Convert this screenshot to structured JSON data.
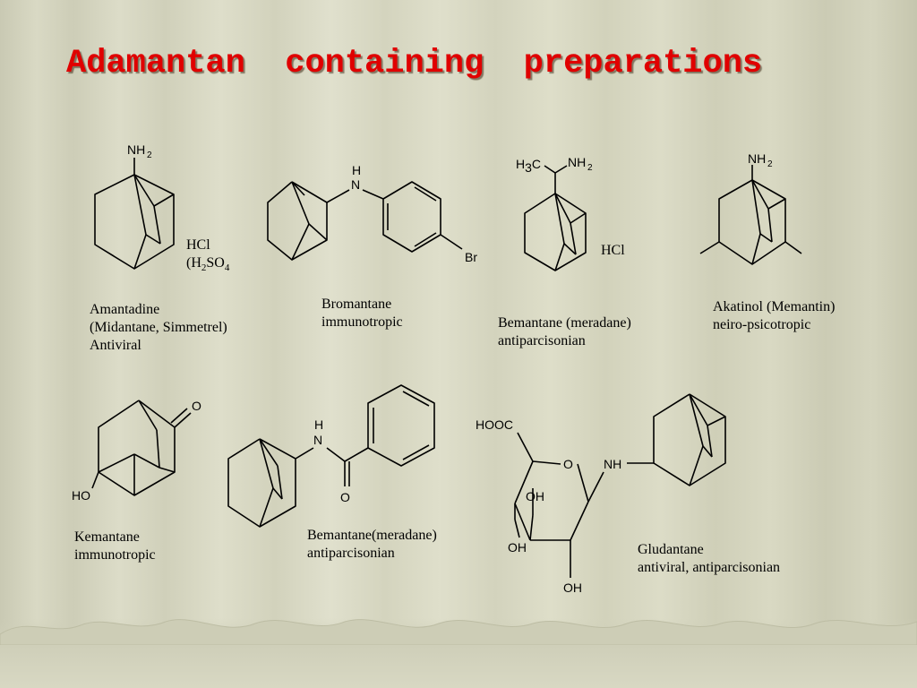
{
  "slide": {
    "title": "Adamantan  containing  preparations"
  },
  "compounds": [
    {
      "id": "amantadine",
      "structure_labels": {
        "amine": "NH",
        "amine_sub": "2"
      },
      "salt_lines": [
        "HCl",
        "(H",
        "2",
        "SO",
        "4"
      ],
      "caption": [
        "Amantadine",
        "(Midantane, Simmetrel)",
        "Antiviral"
      ]
    },
    {
      "id": "bromantane",
      "structure_labels": {
        "h": "H",
        "n": "N",
        "br": "Br"
      },
      "caption": [
        "Bromantane",
        "immunotropic"
      ]
    },
    {
      "id": "bemantane-1",
      "structure_labels": {
        "methyl": "H",
        "methyl_sub": "3",
        "methyl_c": "C",
        "amine": "NH",
        "amine_sub": "2"
      },
      "salt": "HCl",
      "caption": [
        "Bemantane (meradane)",
        "antiparcisonian"
      ]
    },
    {
      "id": "akatinol",
      "structure_labels": {
        "amine": "NH",
        "amine_sub": "2"
      },
      "caption": [
        "Akatinol (Memantin)",
        "neiro-psicotropic"
      ]
    },
    {
      "id": "kemantane",
      "structure_labels": {
        "oxo": "O",
        "hydroxy": "HO"
      },
      "caption": [
        "Kemantane",
        "immunotropic"
      ]
    },
    {
      "id": "bemantane-2",
      "structure_labels": {
        "h": "H",
        "n": "N",
        "o": "O"
      },
      "caption": [
        "Bemantane(meradane)",
        "antiparcisonian"
      ]
    },
    {
      "id": "gludantane",
      "structure_labels": {
        "cooh": "HOOC",
        "ring_o": "O",
        "nh": "NH",
        "oh1": "OH",
        "oh2": "OH",
        "oh3": "OH"
      },
      "caption": [
        "Gludantane",
        "antiviral, antiparcisonian"
      ]
    }
  ],
  "colors": {
    "title": "#e00000",
    "background": "#d6d6c0"
  }
}
